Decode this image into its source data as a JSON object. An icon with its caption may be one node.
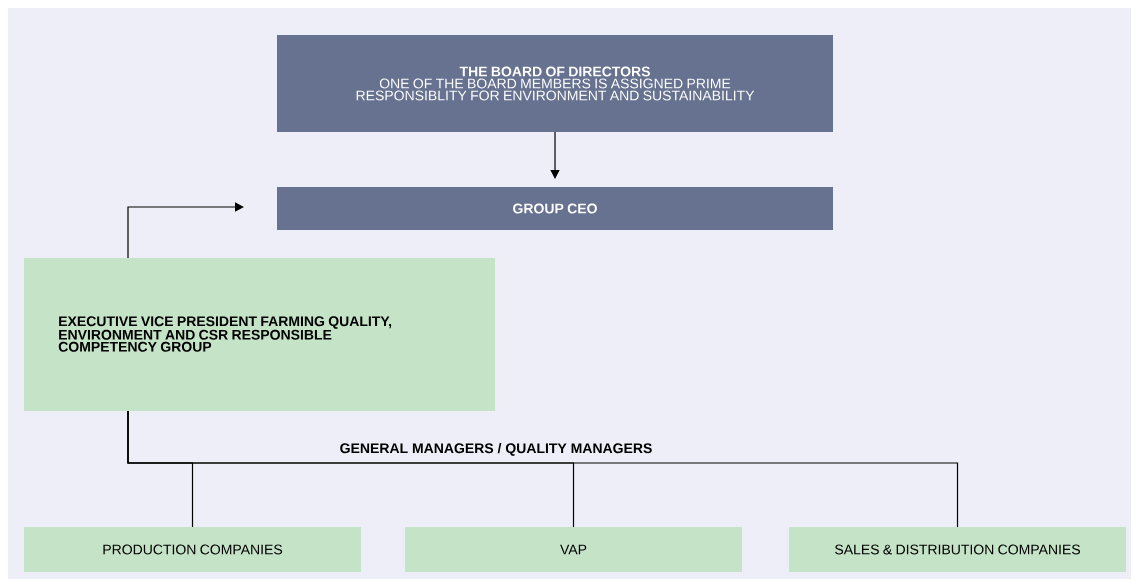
{
  "diagram": {
    "nodes": [
      {
        "text": [
          "THE BOARD OF DIRECTORS",
          "ONE OF THE BOARD MEMBERS IS ASSIGNED PRIME RESPONSIBLITY FOR ENVIRONMENT AND SUSTAINABILITY"
        ]
      },
      {
        "text": [
          "GROUP CEO"
        ]
      },
      {
        "text": [
          "EXECUTIVE VICE PRESIDENT FARMING QUALITY, ENVIRONMENT AND CSR RESPONSIBLE COMPETENCY GROUP"
        ]
      },
      {
        "text": [
          "PRODUCTION COMPANIES"
        ]
      },
      {
        "text": [
          "VAP"
        ]
      },
      {
        "text": [
          "SALES & DISTRIBUTION COMPANIES"
        ]
      }
    ],
    "edges": [
      {
        "from": 0,
        "to": 1,
        "arrow": "to"
      },
      {
        "from": 2,
        "to": 1,
        "arrow": "to"
      },
      {
        "from": 2,
        "to": 3,
        "arrow": "none"
      },
      {
        "from": 2,
        "to": 4,
        "arrow": "none"
      },
      {
        "from": 2,
        "to": 5,
        "arrow": "none"
      }
    ],
    "labels": [
      "GENERAL MANAGERS / QUALITY MANAGERS"
    ]
  }
}
